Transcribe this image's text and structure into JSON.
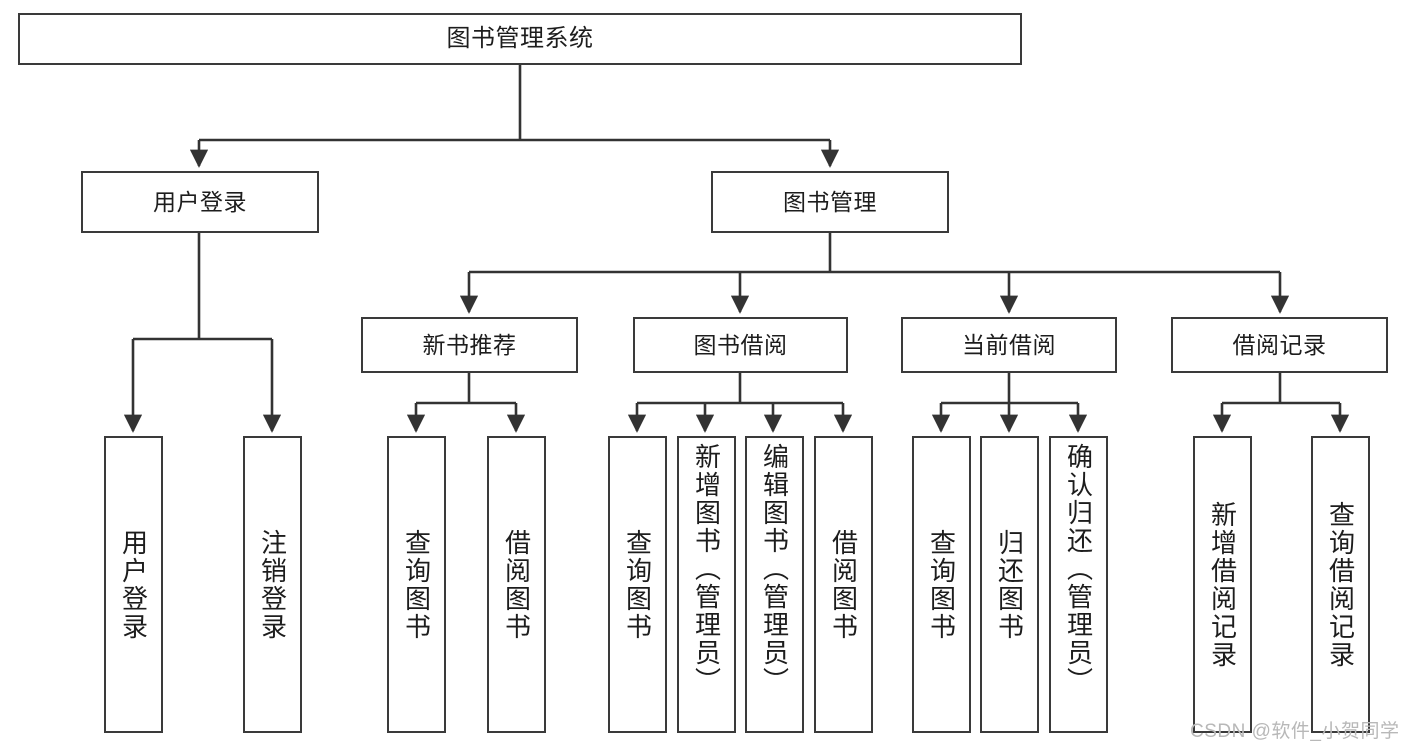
{
  "diagram": {
    "title": "图书管理系统",
    "type": "tree",
    "background_color": "#ffffff",
    "box_border_color": "#3a3a3a",
    "text_color": "#1d1d1d",
    "watermark": "CSDN @软件_小贺同学",
    "watermark_color": "#b8b8b8"
  },
  "nodes": {
    "root": {
      "label": "图书管理系统"
    },
    "level1": [
      {
        "id": "user-login",
        "label": "用户登录"
      },
      {
        "id": "book-manage",
        "label": "图书管理"
      }
    ],
    "level2": [
      {
        "id": "new-book-rec",
        "label": "新书推荐"
      },
      {
        "id": "book-borrow",
        "label": "图书借阅"
      },
      {
        "id": "current-borrow",
        "label": "当前借阅"
      },
      {
        "id": "borrow-record",
        "label": "借阅记录"
      }
    ],
    "leaves": {
      "user_login": [
        {
          "id": "leaf-user-login",
          "label": "用户登录"
        },
        {
          "id": "leaf-user-logout",
          "label": "注销登录"
        }
      ],
      "new_book_rec": [
        {
          "id": "leaf-query-book-1",
          "label": "查询图书"
        },
        {
          "id": "leaf-borrow-book-1",
          "label": "借阅图书"
        }
      ],
      "book_borrow": [
        {
          "id": "leaf-query-book-2",
          "label": "查询图书"
        },
        {
          "id": "leaf-add-book",
          "label": "新增图书（管理员）"
        },
        {
          "id": "leaf-edit-book",
          "label": "编辑图书（管理员）"
        },
        {
          "id": "leaf-borrow-book-2",
          "label": "借阅图书"
        }
      ],
      "current_borrow": [
        {
          "id": "leaf-query-book-3",
          "label": "查询图书"
        },
        {
          "id": "leaf-return-book",
          "label": "归还图书"
        },
        {
          "id": "leaf-confirm-return",
          "label": "确认归还（管理员）"
        }
      ],
      "borrow_record": [
        {
          "id": "leaf-add-record",
          "label": "新增借阅记录"
        },
        {
          "id": "leaf-query-record",
          "label": "查询借阅记录"
        }
      ]
    }
  }
}
